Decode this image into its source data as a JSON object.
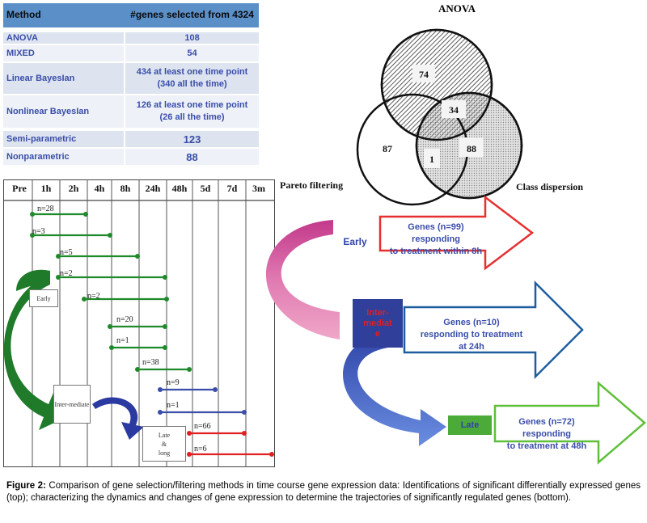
{
  "table": {
    "headers": [
      "Method",
      "#genes selected from 4324"
    ],
    "rows": [
      {
        "method": "ANOVA",
        "genes_line1": "108",
        "genes_line2": ""
      },
      {
        "method": "MIXED",
        "genes_line1": "54",
        "genes_line2": ""
      },
      {
        "method": "Linear BayesIan",
        "genes_line1": "434 at least one time point",
        "genes_line2": "(340 all the time)"
      },
      {
        "method": "Nonlinear BayesIan",
        "genes_line1": "126 at least one time point",
        "genes_line2": "(26 all the time)"
      },
      {
        "method": "Semi-parametric",
        "genes_line1": "123",
        "genes_line2": ""
      },
      {
        "method": "Nonparametric",
        "genes_line1": "88",
        "genes_line2": ""
      }
    ]
  },
  "venn": {
    "title": "ANOVA",
    "left_label": "Pareto filtering",
    "right_label": "Class dispersion",
    "values": {
      "top_only": "74",
      "top_right": "34",
      "left_only": "87",
      "left_right": "1",
      "right_only": "88"
    }
  },
  "timeline": {
    "columns": [
      "Pre",
      "1h",
      "2h",
      "4h",
      "8h",
      "24h",
      "48h",
      "5d",
      "7d",
      "3m"
    ],
    "bars": [
      {
        "label": "n=28",
        "color": "#1f8a2a"
      },
      {
        "label": "n=3",
        "color": "#1f8a2a"
      },
      {
        "label": "n=5",
        "color": "#1f8a2a"
      },
      {
        "label": "n=2",
        "color": "#1f8a2a"
      },
      {
        "label": "n=2",
        "color": "#1f8a2a"
      },
      {
        "label": "n=20",
        "color": "#1f8a2a"
      },
      {
        "label": "n=1",
        "color": "#1f8a2a"
      },
      {
        "label": "n=38",
        "color": "#1f8a2a"
      },
      {
        "label": "n=9",
        "color": "#3a4ea8"
      },
      {
        "label": "n=1",
        "color": "#3a4ea8"
      },
      {
        "label": "n=66",
        "color": "#e02020"
      },
      {
        "label": "n=6",
        "color": "#e02020"
      }
    ],
    "early_label": "Early",
    "intermediate_label": "Inter-mediate",
    "late_label_line1": "Late",
    "late_label_line2": "&",
    "late_label_line3": "long"
  },
  "arrows": {
    "early": {
      "tag": "Early",
      "text_line1": "Genes (n=99) responding",
      "text_line2": "to treatment within 8h"
    },
    "intermediate": {
      "tag_line1": "Inter-",
      "tag_line2": "mediat",
      "tag_line3": "e",
      "text_line1": "Genes (n=10)",
      "text_line2": "responding to treatment",
      "text_line3": "at 24h"
    },
    "late": {
      "tag": "Late",
      "text_line1": "Genes (n=72) responding",
      "text_line2": "to treatment at 48h"
    }
  },
  "caption": {
    "label": "Figure 2:",
    "text": "Comparison of gene selection/filtering methods in time course gene expression data: Identifications of significant differentially expressed genes (top); characterizing the dynamics and changes of gene expression to determine the trajectories of significantly regulated genes (bottom)."
  }
}
